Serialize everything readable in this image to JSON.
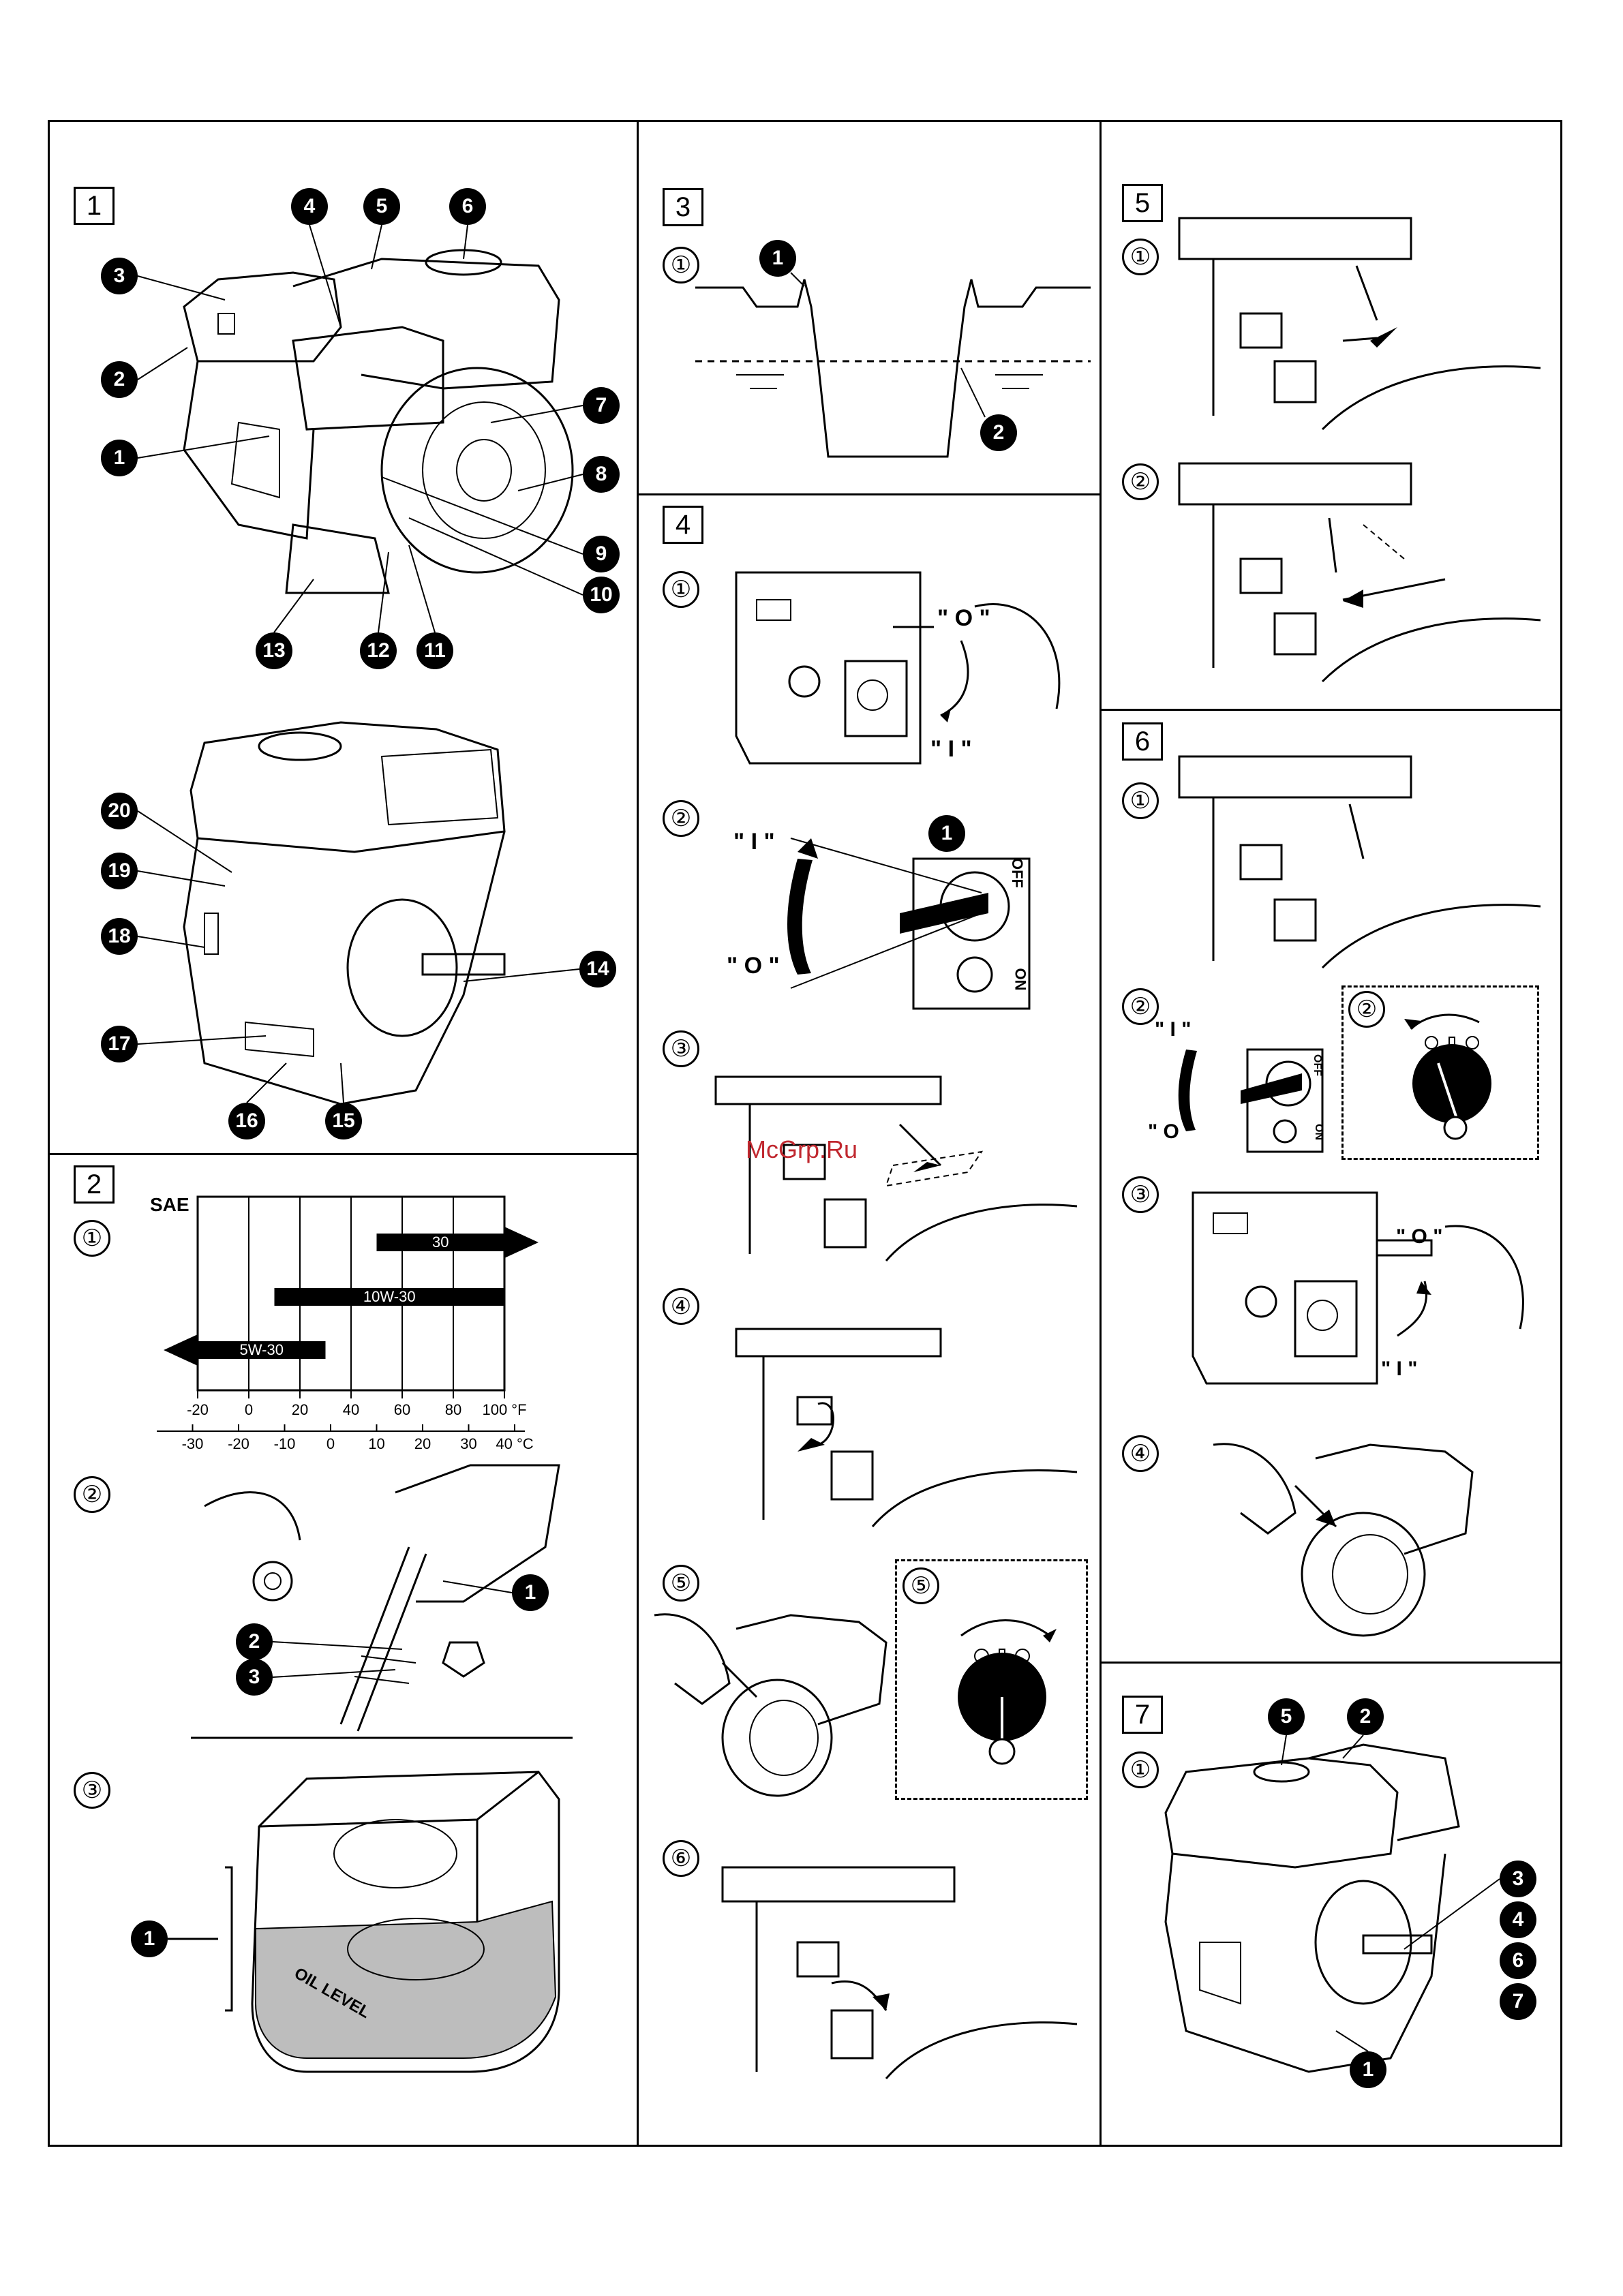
{
  "watermark": "McGrp.Ru",
  "sections": {
    "s1": {
      "num": "1",
      "callouts": [
        "1",
        "2",
        "3",
        "4",
        "5",
        "6",
        "7",
        "8",
        "9",
        "10",
        "11",
        "12",
        "13",
        "14",
        "15",
        "16",
        "17",
        "18",
        "19",
        "20"
      ]
    },
    "s2": {
      "num": "2",
      "steps": [
        "①",
        "②",
        "③"
      ],
      "callouts": [
        "1",
        "2",
        "3"
      ],
      "level_text": "OIL LEVEL"
    },
    "s3": {
      "num": "3",
      "steps": [
        "①"
      ],
      "callouts": [
        "1",
        "2"
      ]
    },
    "s4": {
      "num": "4",
      "steps": [
        "①",
        "②",
        "③",
        "④",
        "⑤",
        "⑥"
      ],
      "callouts": [
        "1"
      ],
      "inset": "⑤",
      "labels": {
        "o": "\" O \"",
        "i": "\" I \"",
        "off": "OFF",
        "on": "ON"
      }
    },
    "s5": {
      "num": "5",
      "steps": [
        "①",
        "②"
      ]
    },
    "s6": {
      "num": "6",
      "steps": [
        "①",
        "②",
        "③",
        "④"
      ],
      "inset": "②",
      "labels": {
        "o": "\" O \"",
        "i": "\" I \"",
        "off": "OFF",
        "on": "ON"
      }
    },
    "s7": {
      "num": "7",
      "steps": [
        "①"
      ],
      "callouts": [
        "5",
        "2",
        "3",
        "4",
        "6",
        "7",
        "1"
      ]
    }
  },
  "chart_data": {
    "type": "bar",
    "title": "SAE",
    "series": [
      {
        "name": "30",
        "from_f": 50,
        "to_f": 100,
        "arrow": "right"
      },
      {
        "name": "10W-30",
        "from_f": 10,
        "to_f": 100,
        "arrow": "none"
      },
      {
        "name": "5W-30",
        "from_f": -20,
        "to_f": 30,
        "arrow": "left"
      }
    ],
    "f_ticks": [
      "-20",
      "0",
      "20",
      "40",
      "60",
      "80",
      "100 °F"
    ],
    "c_ticks": [
      "-30",
      "-20",
      "-10",
      "0",
      "10",
      "20",
      "30",
      "40 °C"
    ],
    "xlim_f": [
      -20,
      100
    ]
  }
}
